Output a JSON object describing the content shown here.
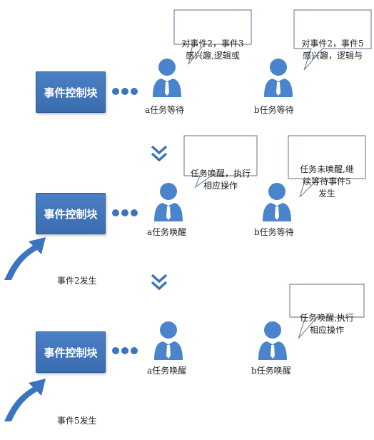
{
  "control_block_label": "事件控制块",
  "stage1": {
    "bubble_a": "对事件2，事件3\n感兴趣,逻辑或",
    "bubble_b": "对事件2，事件5\n感兴趣，逻辑与",
    "task_a": "a任务等待",
    "task_b": "b任务等待"
  },
  "stage2": {
    "bubble_a": "任务唤醒，执行\n相应操作",
    "bubble_b": "任务未唤醒,继\n续等待事件5\n发生",
    "task_a": "a任务唤醒",
    "task_b": "b任务等待",
    "event": "事件2发生"
  },
  "stage3": {
    "bubble_b": "任务唤醒,执行\n相应操作",
    "task_a": "a任务唤醒",
    "task_b": "b任务唤醒",
    "event": "事件5发生"
  },
  "colors": {
    "accent": "#3d74bf",
    "person_body": "#4a84cc",
    "tie": "#ffffff"
  }
}
